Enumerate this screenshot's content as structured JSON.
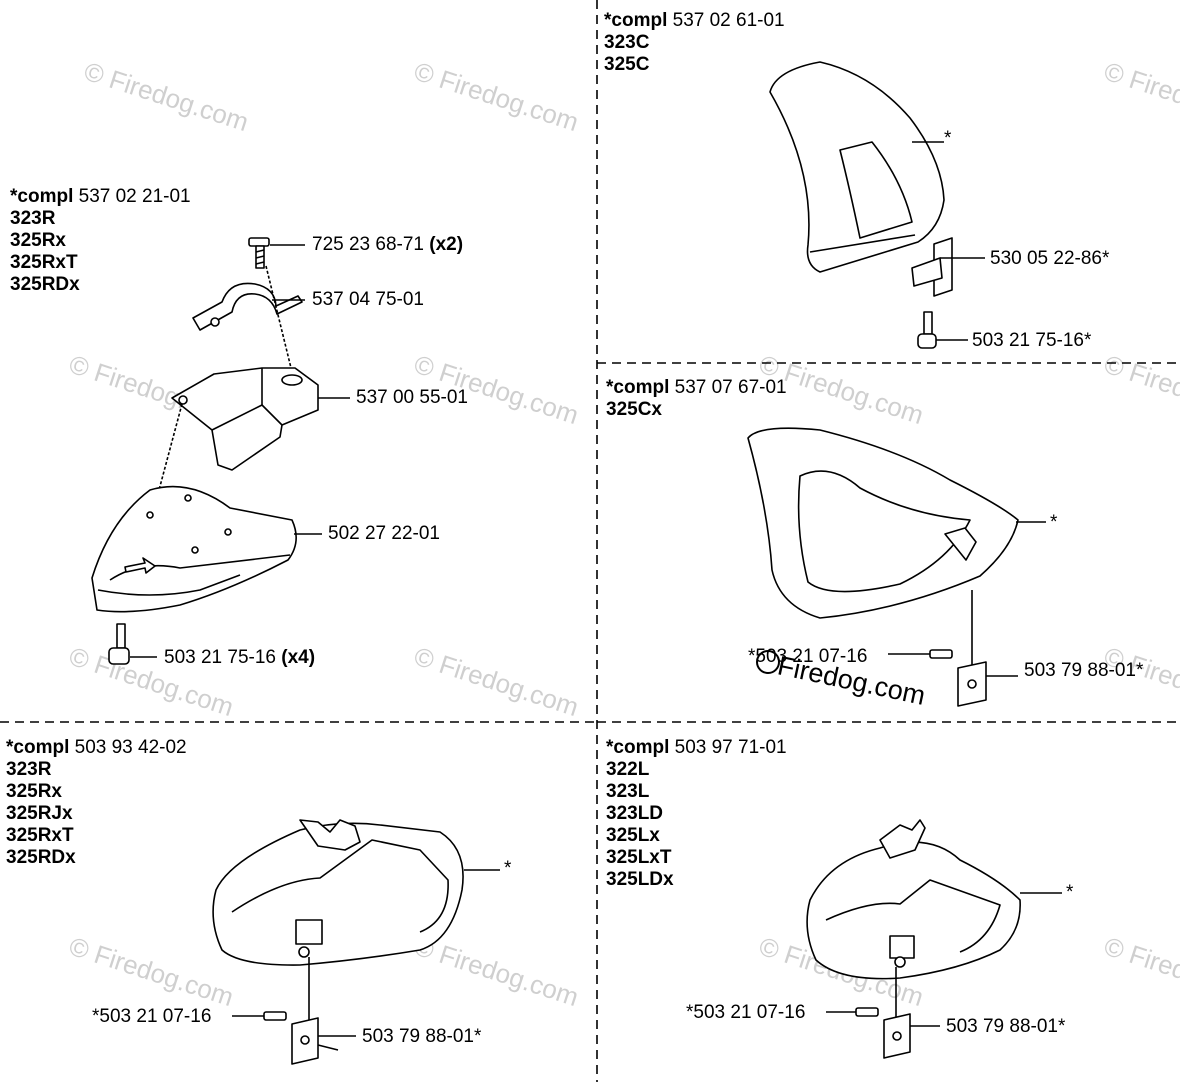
{
  "watermark": "© Firedog.com",
  "watermark_bold": "Firedog.com",
  "panels": {
    "p1": {
      "prefix": "*compl",
      "part": "537 02 21-01",
      "models": [
        "323R",
        "325Rx",
        "325RxT",
        "325RDx"
      ],
      "callouts": [
        {
          "text": "725 23 68-71",
          "bold": "(x2)"
        },
        {
          "text": "537 04 75-01",
          "bold": ""
        },
        {
          "text": "537 00 55-01",
          "bold": ""
        },
        {
          "text": "502 27 22-01",
          "bold": ""
        },
        {
          "text": "503 21 75-16",
          "bold": "(x4)"
        }
      ]
    },
    "p2": {
      "prefix": "*compl",
      "part": "537 02 61-01",
      "models": [
        "323C",
        "325C"
      ],
      "callouts": [
        {
          "text": "*",
          "bold": ""
        },
        {
          "text": "530 05 22-86*",
          "bold": ""
        },
        {
          "text": "503 21 75-16*",
          "bold": ""
        }
      ]
    },
    "p3": {
      "prefix": "*compl",
      "part": "537 07 67-01",
      "models": [
        "325Cx"
      ],
      "callouts": [
        {
          "text": "*",
          "bold": ""
        },
        {
          "text": "*503 21 07-16",
          "bold": ""
        },
        {
          "text": "503 79 88-01*",
          "bold": ""
        }
      ]
    },
    "p4": {
      "prefix": "*compl",
      "part": "503 93 42-02",
      "models": [
        "323R",
        "325Rx",
        "325RJx",
        "325RxT",
        "325RDx"
      ],
      "callouts": [
        {
          "text": "*",
          "bold": ""
        },
        {
          "text": "*503 21 07-16",
          "bold": ""
        },
        {
          "text": "503 79 88-01*",
          "bold": ""
        }
      ]
    },
    "p5": {
      "prefix": "*compl",
      "part": "503 97 71-01",
      "models": [
        "322L",
        "323L",
        "323LD",
        "325Lx",
        "325LxT",
        "325LDx"
      ],
      "callouts": [
        {
          "text": "*",
          "bold": ""
        },
        {
          "text": "*503 21 07-16",
          "bold": ""
        },
        {
          "text": "503 79 88-01*",
          "bold": ""
        }
      ]
    }
  }
}
